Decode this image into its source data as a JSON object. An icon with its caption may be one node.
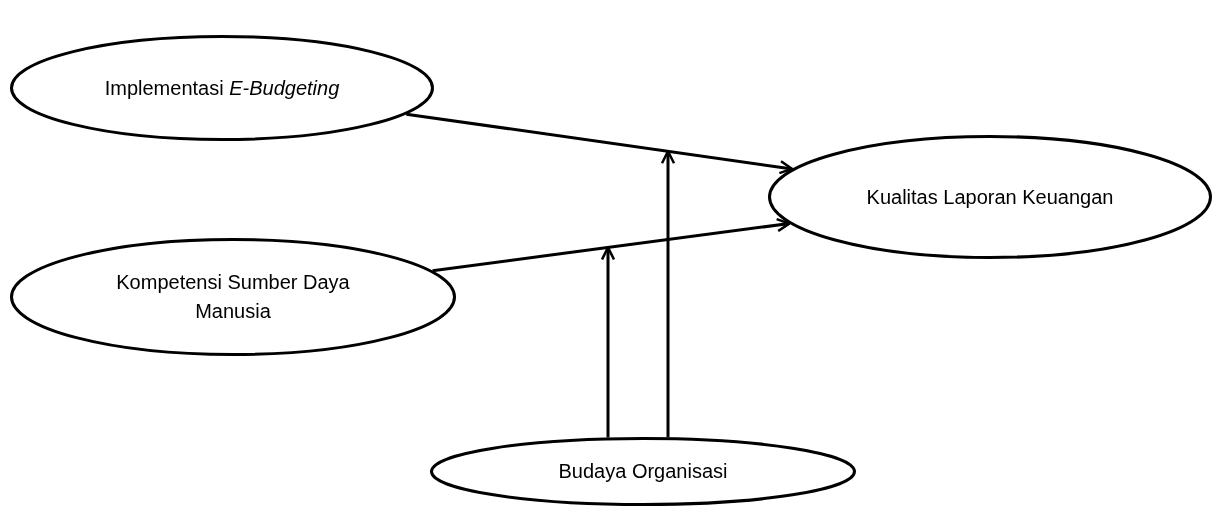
{
  "diagram": {
    "nodes": [
      {
        "text": [
          "Implementasi *E-Budgeting*"
        ]
      },
      {
        "text": [
          "Kompetensi Sumber Daya Manusia"
        ]
      },
      {
        "text": [
          "Kualitas Laporan Keuangan"
        ]
      },
      {
        "text": [
          "Budaya Organisasi"
        ]
      }
    ],
    "edges": [
      {
        "from": 0,
        "to": 2,
        "arrow": "to"
      },
      {
        "from": 1,
        "to": 2,
        "arrow": "to"
      },
      {
        "from": 3,
        "to": null,
        "arrow": "to"
      },
      {
        "from": 3,
        "to": null,
        "arrow": "to"
      }
    ]
  }
}
